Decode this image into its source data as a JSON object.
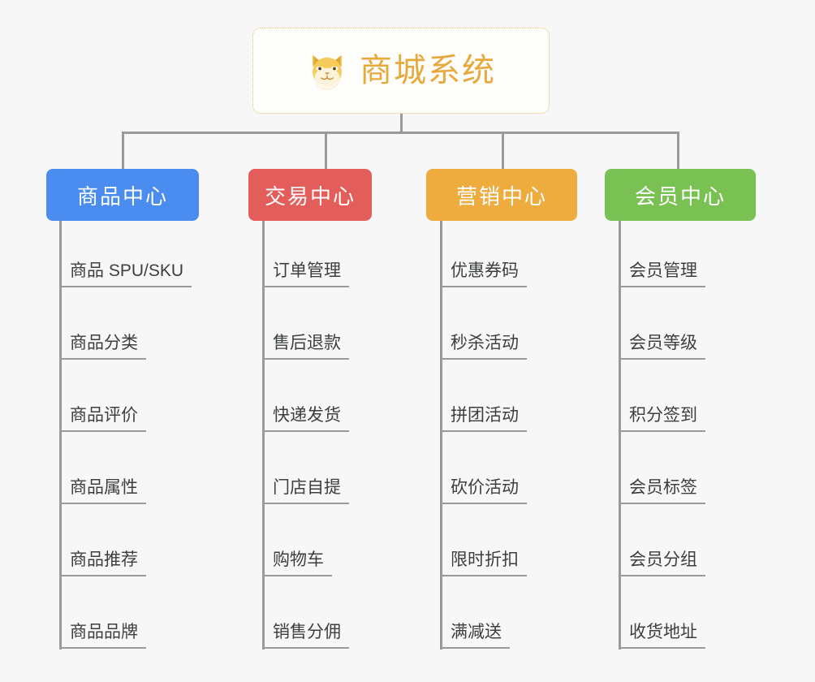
{
  "page": {
    "background_color": "#f7f7f7",
    "connector_color": "#9a9a9a"
  },
  "root": {
    "title": "商城系统",
    "icon": "shiba-dog-icon",
    "title_color": "#e8a93c",
    "border_color": "#e9bd6a",
    "background_color": "#fdfdfb"
  },
  "columns": [
    {
      "title": "商品中心",
      "color": "#4a8cf0",
      "items": [
        "商品 SPU/SKU",
        "商品分类",
        "商品评价",
        "商品属性",
        "商品推荐",
        "商品品牌"
      ]
    },
    {
      "title": "交易中心",
      "color": "#e35d5b",
      "items": [
        "订单管理",
        "售后退款",
        "快递发货",
        "门店自提",
        "购物车",
        "销售分佣"
      ]
    },
    {
      "title": "营销中心",
      "color": "#eeab3e",
      "items": [
        "优惠券码",
        "秒杀活动",
        "拼团活动",
        "砍价活动",
        "限时折扣",
        "满减送"
      ]
    },
    {
      "title": "会员中心",
      "color": "#79c martial"
    }
  ]
}
